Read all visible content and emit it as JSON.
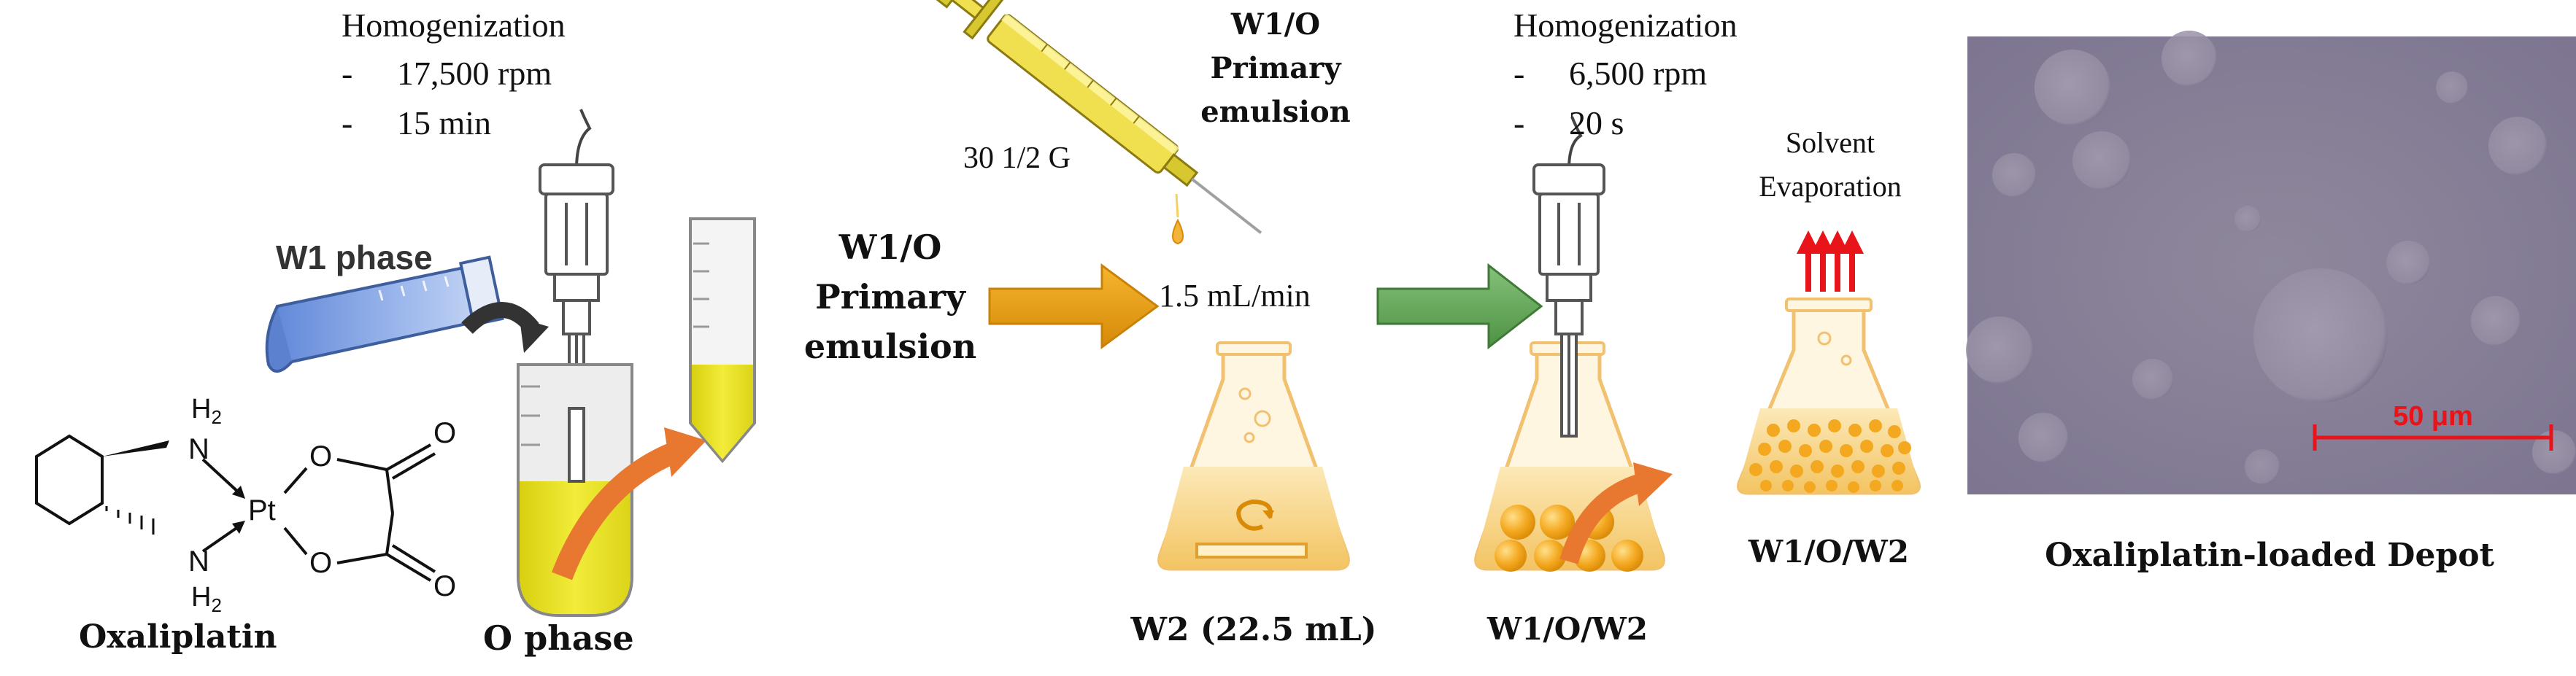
{
  "step1": {
    "title": "Homogenization",
    "params": [
      "17,500 rpm",
      "15 min"
    ],
    "bullet": "-"
  },
  "step2": {
    "title": "Homogenization",
    "params": [
      "6,500 rpm",
      "20 s"
    ],
    "bullet": "-"
  },
  "labels": {
    "w1_phase": "W1 phase",
    "o_phase": "O phase",
    "oxaliplatin": "Oxaliplatin",
    "primary_emulsion_line1": "W1/O",
    "primary_emulsion_line2": "Primary",
    "primary_emulsion_line3": "emulsion",
    "syringe_label_line1": "W1/O",
    "syringe_label_line2": "Primary",
    "syringe_label_line3": "emulsion",
    "needle_gauge": "30 1/2 G",
    "flow_rate": "1.5 mL/min",
    "w2": "W2 (22.5 mL)",
    "w1ow2_a": "W1/O/W2",
    "w1ow2_b": "W1/O/W2",
    "solvent_line1": "Solvent",
    "solvent_line2": "Evaporation",
    "depot": "Oxaliplatin-loaded  Depot",
    "scale_bar": "50 μm"
  },
  "molecule": {
    "atoms": {
      "pt": "Pt",
      "n_top": "N",
      "n_bottom": "N",
      "h2_top": "H",
      "h2_top_sub": "2",
      "h2_bottom": "H",
      "h2_bottom_sub": "2",
      "o1": "O",
      "o2": "O",
      "o3": "O",
      "o4": "O"
    }
  },
  "colors": {
    "orange_arrow": "#E8A010",
    "green_arrow": "#6BAA5E",
    "red_arrows": "#E8141A",
    "yellow_liquid": "#E8E020",
    "blue_tube": "#7BA0E0",
    "scale_bar": "#E8141A",
    "micrograph_bg": "#8A8299",
    "curved_arrow": "#E87830"
  }
}
